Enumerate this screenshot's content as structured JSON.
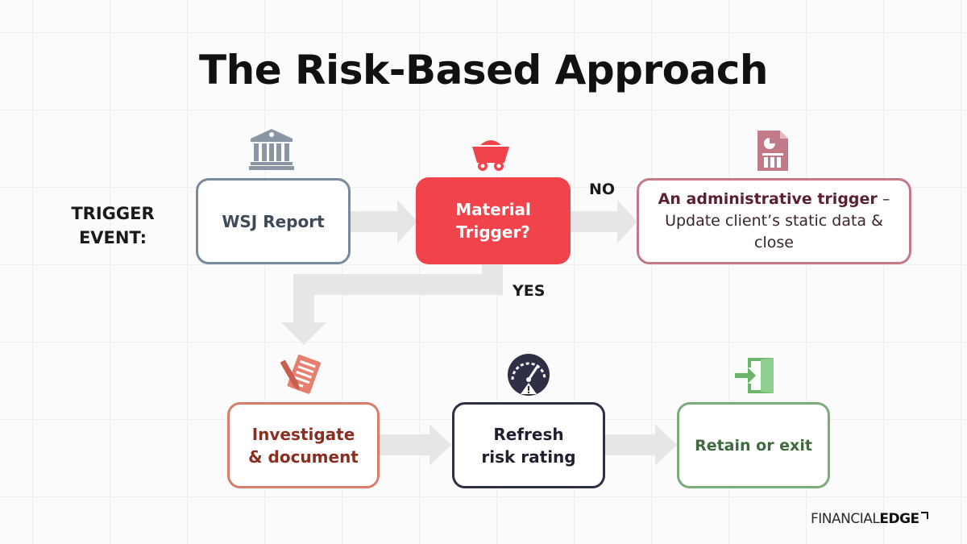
{
  "title": "The Risk-Based Approach",
  "trigger_event": "TRIGGER EVENT:",
  "nodes": {
    "wsj_report": "WSJ Report",
    "material_trigger": [
      "Material",
      "Trigger?"
    ],
    "administrative": {
      "bold": "An administrative trigger",
      "rest": " – Update client’s static data & close"
    },
    "investigate": [
      "Investigate",
      "& document"
    ],
    "refresh": [
      "Refresh",
      "risk rating"
    ],
    "retain": "Retain or exit"
  },
  "edge_labels": {
    "no": "NO",
    "yes": "YES"
  },
  "logo": {
    "financial": "FINANCIAL",
    "edge": "EDGE"
  },
  "icons": {
    "wsj_report": "bank-icon",
    "material_trigger": "mine-cart-icon",
    "administrative": "document-chart-icon",
    "investigate": "notepad-pencil-icon",
    "refresh": "speedometer-warning-icon",
    "retain": "exit-door-icon"
  },
  "colors": {
    "material_fill": "#f0434c",
    "wsj_border": "#7a8a9a",
    "admin_border": "#c27a89",
    "investigate_border": "#d97d6c",
    "refresh_border": "#2f2f45",
    "retain_border": "#7cab7c",
    "arrow": "#e6e6e6"
  }
}
